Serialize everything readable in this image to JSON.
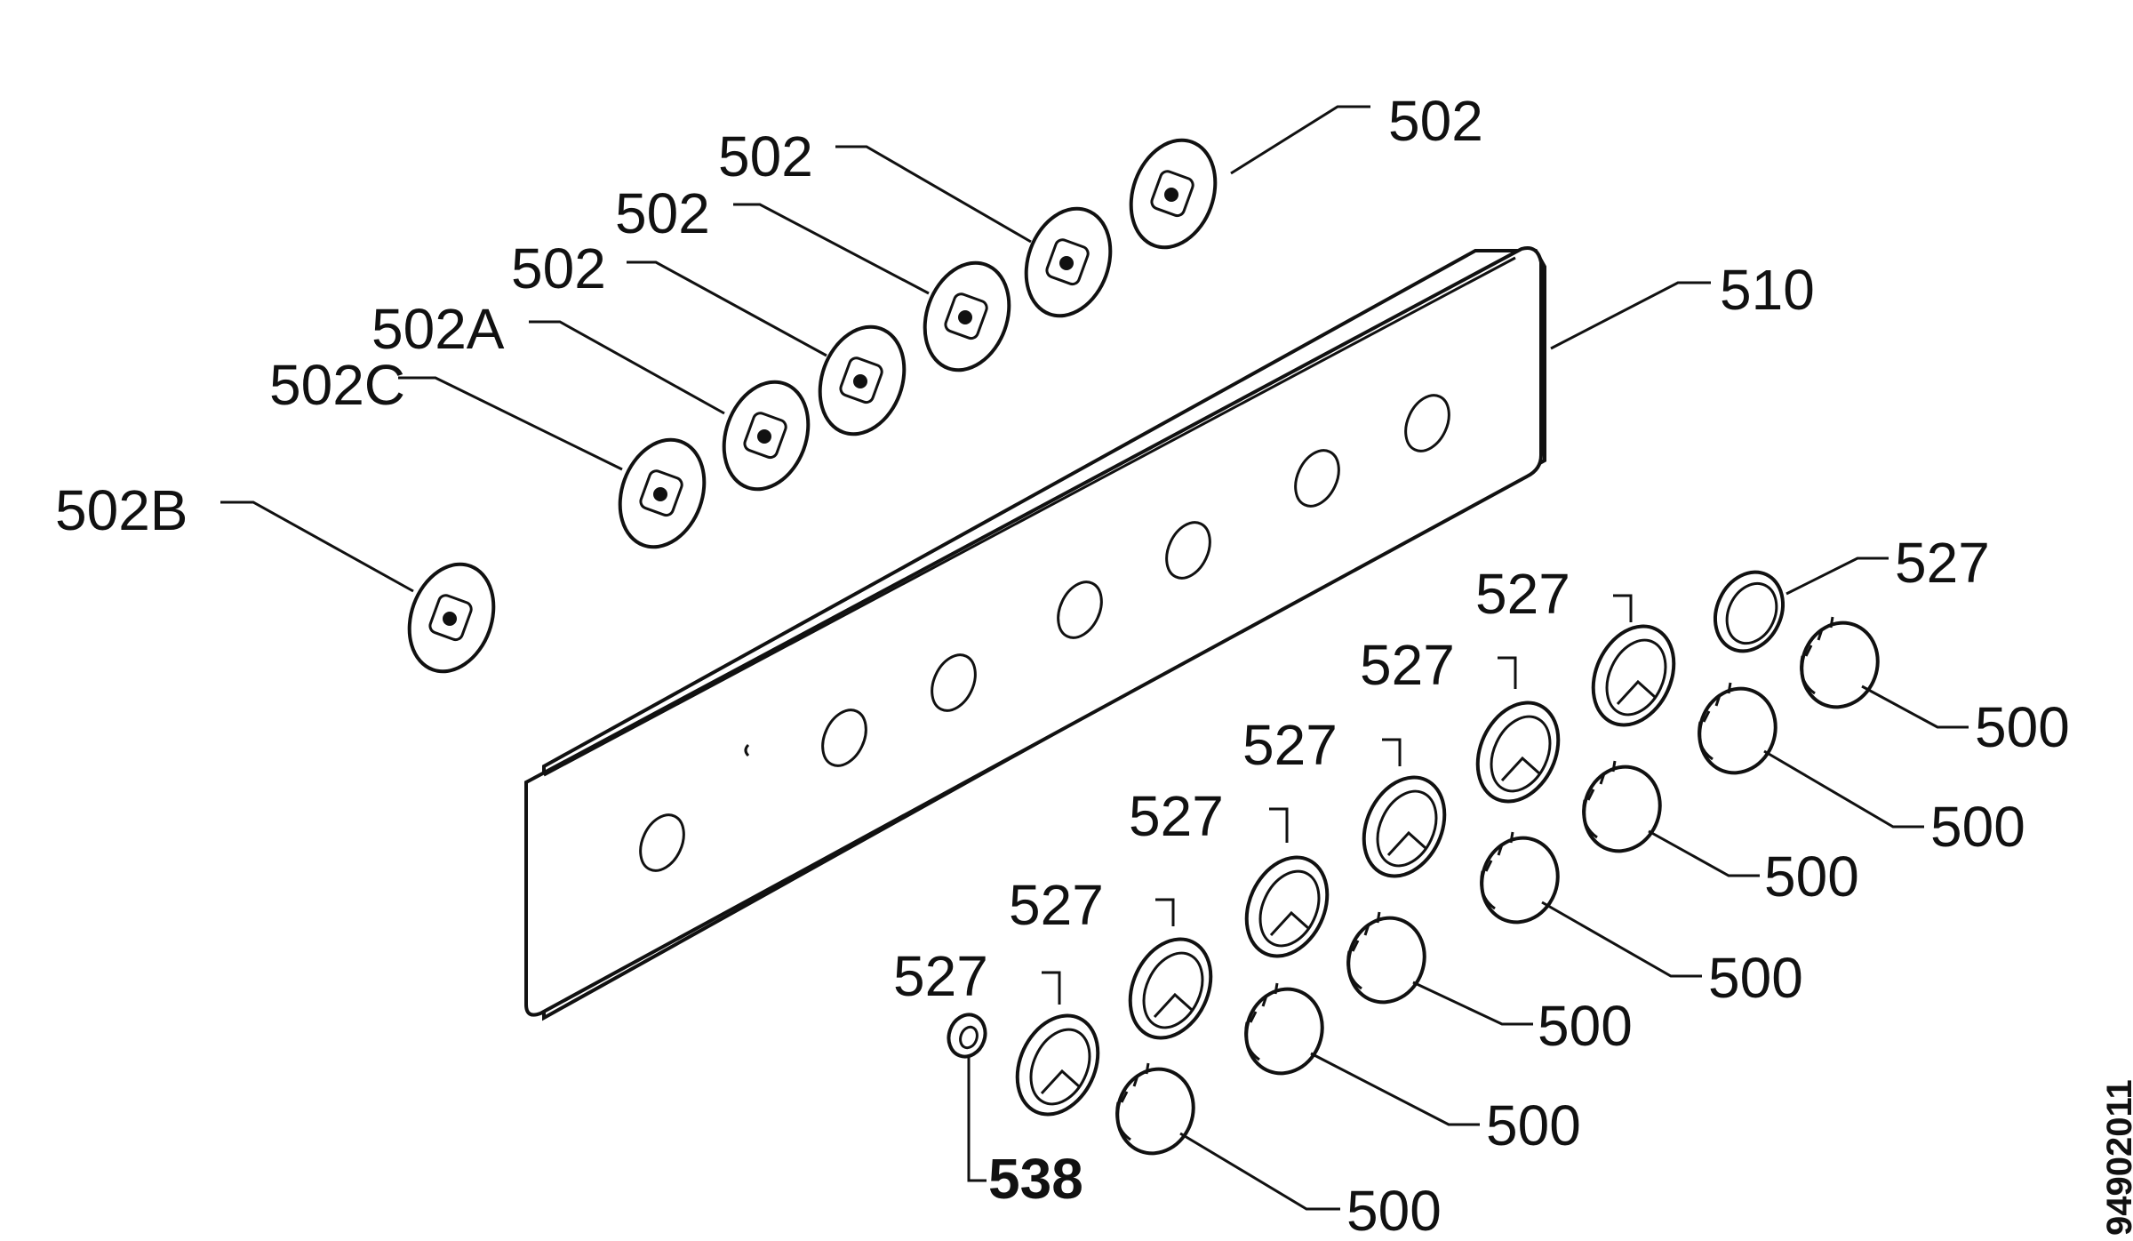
{
  "labels": {
    "p502_a": "502",
    "p502_b": "502",
    "p502_c": "502",
    "p502_d": "502",
    "p502A": "502A",
    "p502C": "502C",
    "p502B": "502B",
    "p510": "510",
    "p527_1": "527",
    "p527_2": "527",
    "p527_3": "527",
    "p527_4": "527",
    "p527_5": "527",
    "p527_6": "527",
    "p527_7": "527",
    "p500_1": "500",
    "p500_2": "500",
    "p500_3": "500",
    "p500_4": "500",
    "p500_5": "500",
    "p500_6": "500",
    "p500_7": "500",
    "p538": "538"
  },
  "document_id": "94902011"
}
